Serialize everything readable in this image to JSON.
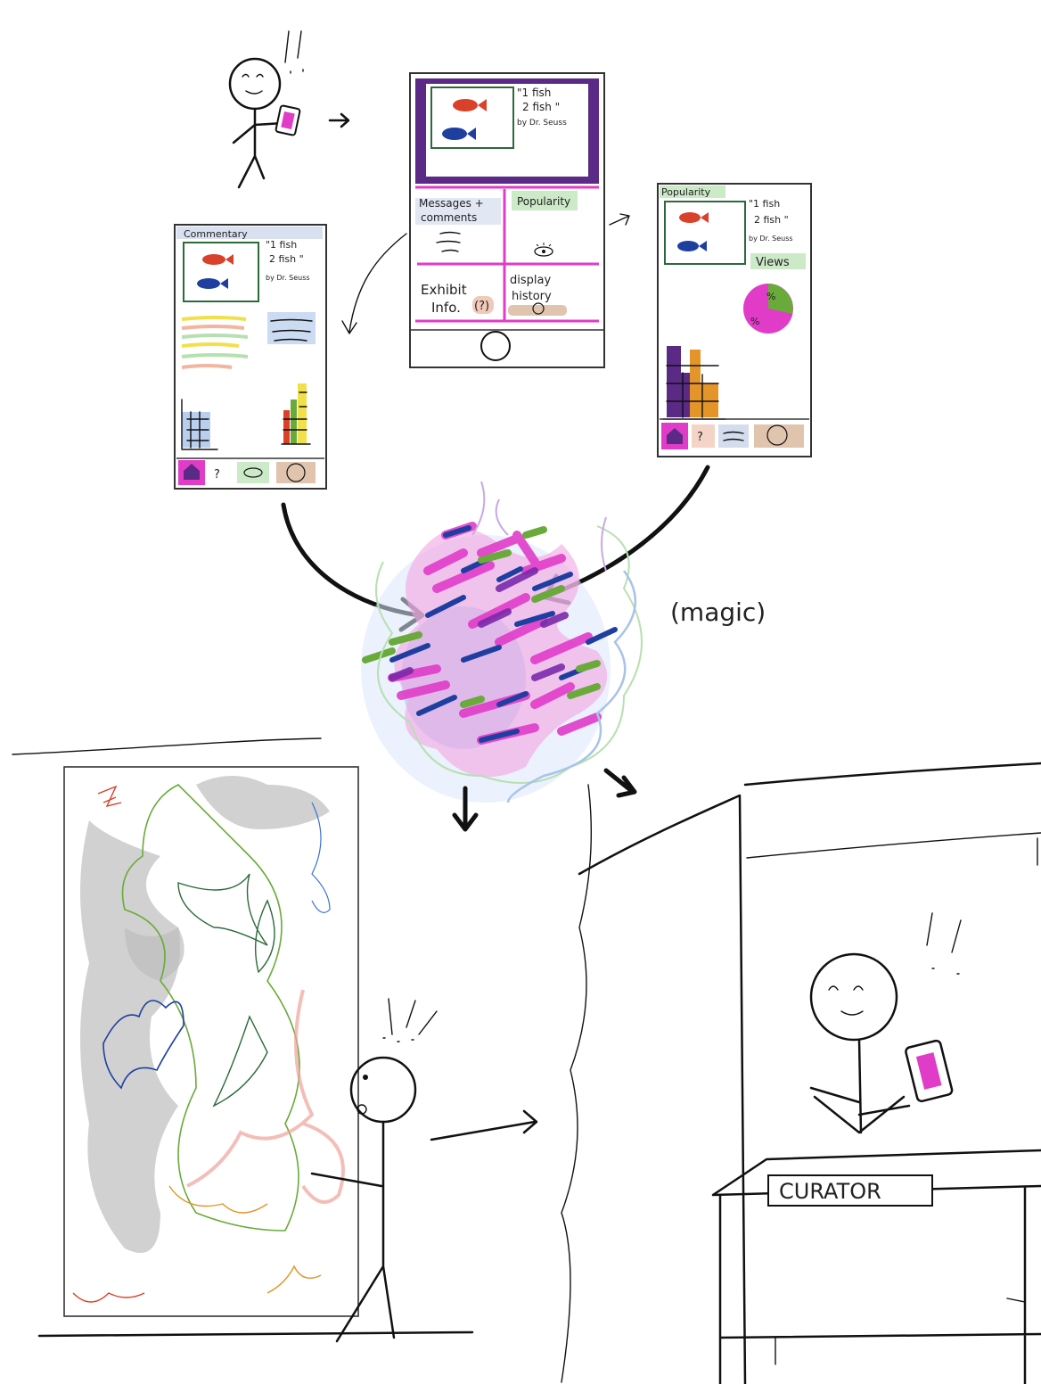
{
  "artwork": {
    "title_line1": "\"1 fish",
    "title_line2": "2 fish \"",
    "author": "by Dr. Seuss"
  },
  "main_phone": {
    "tiles": {
      "messages": "Messages +",
      "comments": "comments",
      "popularity": "Popularity",
      "exhibit_info_line1": "Exhibit",
      "exhibit_info_line2": "Info.",
      "exhibit_info_icon": "(?)",
      "display_history_line1": "display",
      "display_history_line2": "history"
    }
  },
  "commentary_phone": {
    "header": "Commentary",
    "nav": {
      "help_label": "?"
    }
  },
  "popularity_phone": {
    "header": "Popularity",
    "views_label": "Views",
    "pie_label_top": "%",
    "pie_label_bottom": "%",
    "nav": {
      "help_label": "?"
    }
  },
  "magic_label": "(magic)",
  "curator_sign": "CURATOR",
  "icons": [
    "person-icon",
    "phone-icon",
    "fish-icon",
    "eye-icon",
    "home-icon",
    "question-icon",
    "history-icon",
    "comments-icon",
    "pie-chart-icon",
    "bar-chart-icon"
  ],
  "colors": {
    "magenta": "#e03cc8",
    "purple": "#6a2a8c",
    "green": "#6aaa3a",
    "blue": "#1f3fa0",
    "red": "#d9412b",
    "orange": "#e3952a",
    "light_blue": "#b8cff5",
    "pink": "#f3a5e2",
    "gray": "#bdbdbd",
    "tan": "#d8b59a"
  }
}
